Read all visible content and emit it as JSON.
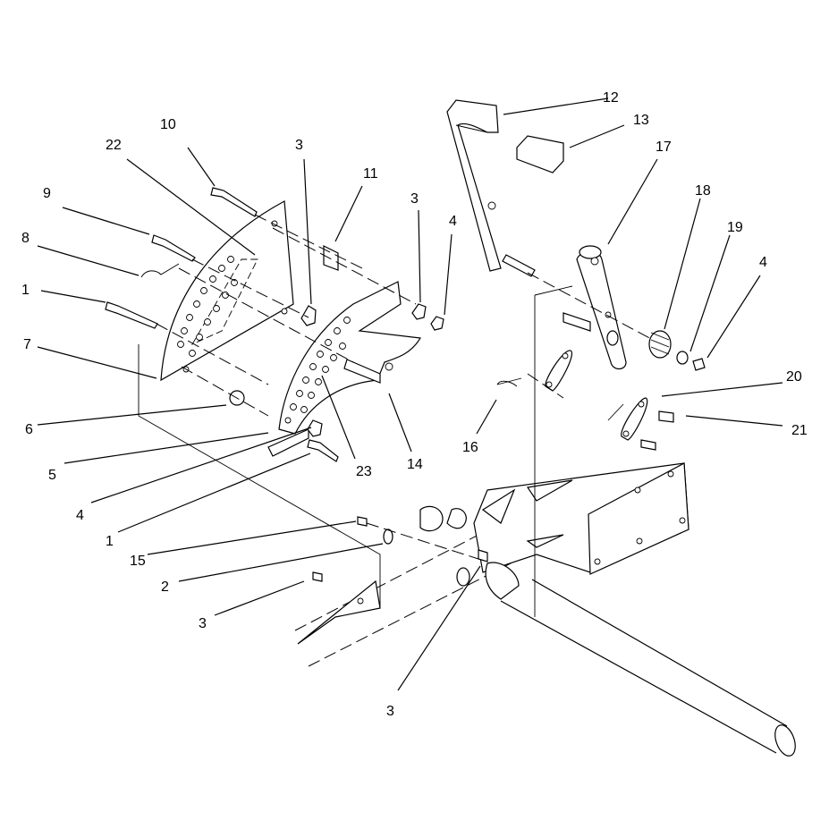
{
  "callouts": {
    "c10": "10",
    "c22": "22",
    "c3a": "3",
    "c11": "11",
    "c3b": "3",
    "c4a": "4",
    "c12": "12",
    "c13": "13",
    "c17": "17",
    "c18": "18",
    "c19": "19",
    "c4b": "4",
    "c9": "9",
    "c8": "8",
    "c1a": "1",
    "c7": "7",
    "c6": "6",
    "c5": "5",
    "c4c": "4",
    "c1b": "1",
    "c23": "23",
    "c14": "14",
    "c16": "16",
    "c20": "20",
    "c21": "21",
    "c15": "15",
    "c2": "2",
    "c3c": "3",
    "c3d": "3"
  }
}
